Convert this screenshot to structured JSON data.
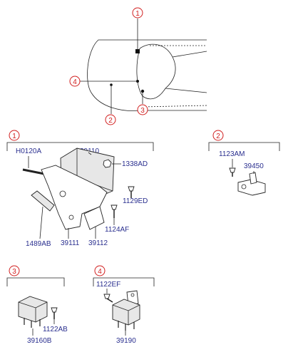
{
  "callouts": {
    "c1": "1",
    "c2": "2",
    "c3": "3",
    "c4": "4"
  },
  "group1": {
    "number": "1",
    "parts": {
      "h0120a": "H0120A",
      "p39110": "39110",
      "p1338ad": "1338AD",
      "p1129ed": "1129ED",
      "p1124af": "1124AF",
      "p1489ab": "1489AB",
      "p39111": "39111",
      "p39112": "39112"
    }
  },
  "group2": {
    "number": "2",
    "parts": {
      "p1123am": "1123AM",
      "p39450": "39450"
    }
  },
  "group3": {
    "number": "3",
    "parts": {
      "p1122ab": "1122AB",
      "p39160b": "39160B"
    }
  },
  "group4": {
    "number": "4",
    "parts": {
      "p1122ef": "1122EF",
      "p39190": "39190"
    }
  },
  "colors": {
    "callout": "#d11f1f",
    "part_number": "#2a2f8f",
    "line": "#222222"
  }
}
